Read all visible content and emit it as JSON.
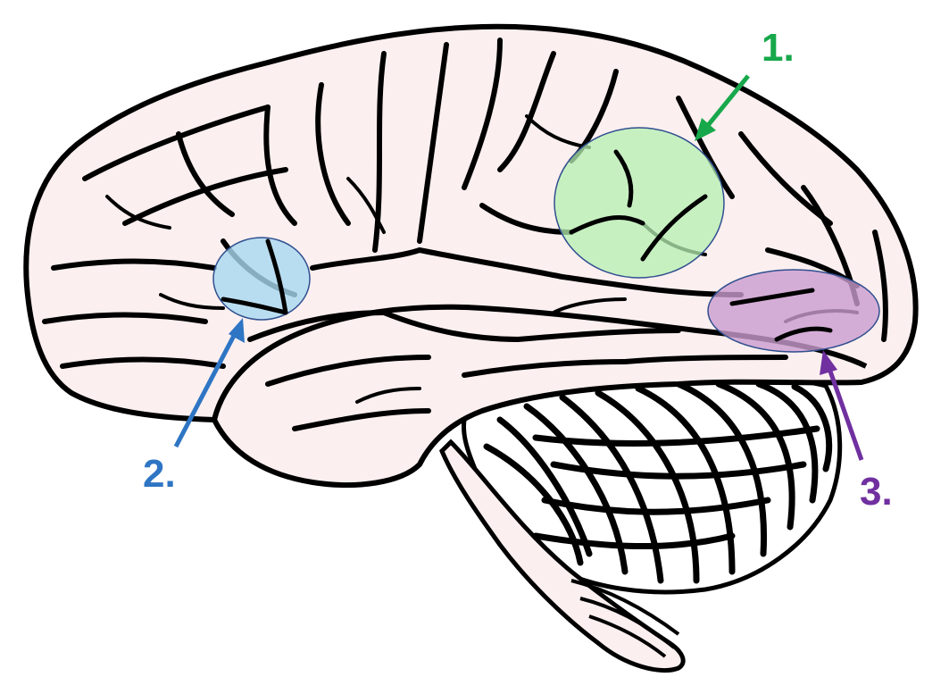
{
  "diagram": {
    "colors": {
      "brain_fill": "#fcefef",
      "outline": "#000000",
      "green": "#17a84b",
      "blue": "#2e75c4",
      "purple": "#7030a0"
    },
    "regions": [
      {
        "id": "region-1",
        "label": "1.",
        "fill": "#b6f0b2",
        "stroke": "#2f4f8f",
        "color": "#17a84b"
      },
      {
        "id": "region-2",
        "label": "2.",
        "fill": "#a8d8f0",
        "stroke": "#2f4f8f",
        "color": "#2e75c4"
      },
      {
        "id": "region-3",
        "label": "3.",
        "fill": "#c99ccf",
        "stroke": "#2f4f8f",
        "color": "#7030a0"
      }
    ]
  }
}
